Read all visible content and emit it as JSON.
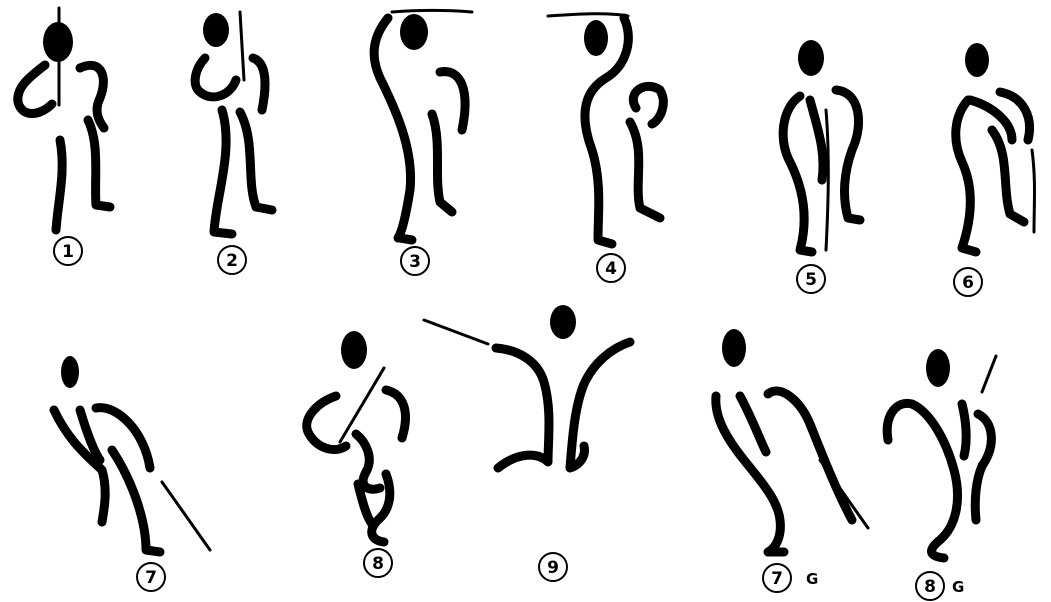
{
  "figures": [
    {
      "id": "f1",
      "label": "1",
      "suffix": ""
    },
    {
      "id": "f2",
      "label": "2",
      "suffix": ""
    },
    {
      "id": "f3",
      "label": "3",
      "suffix": ""
    },
    {
      "id": "f4",
      "label": "4",
      "suffix": ""
    },
    {
      "id": "f5",
      "label": "5",
      "suffix": ""
    },
    {
      "id": "f6",
      "label": "6",
      "suffix": ""
    },
    {
      "id": "f7",
      "label": "7",
      "suffix": ""
    },
    {
      "id": "f8",
      "label": "8",
      "suffix": ""
    },
    {
      "id": "f9",
      "label": "9",
      "suffix": ""
    },
    {
      "id": "f7g",
      "label": "7",
      "suffix": "G"
    },
    {
      "id": "f8g",
      "label": "8",
      "suffix": "G"
    }
  ],
  "colors": {
    "ink": "#000000",
    "paper": "#ffffff"
  }
}
